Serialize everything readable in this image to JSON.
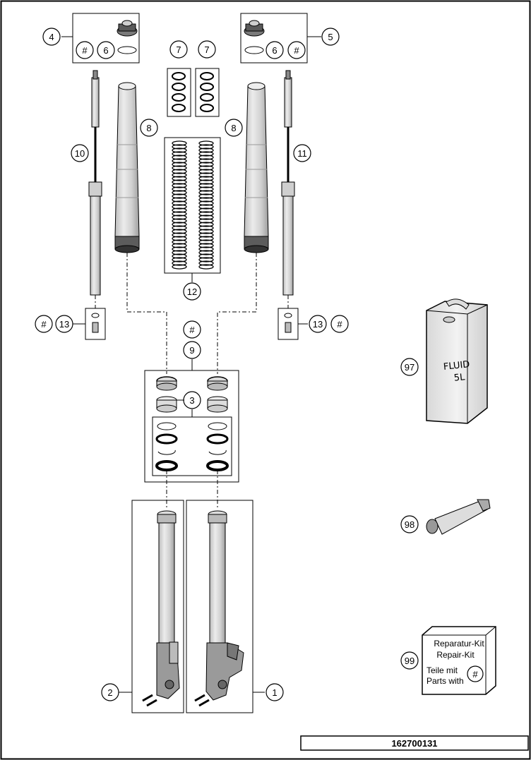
{
  "diagram": {
    "part_number": "162700131",
    "callouts": {
      "c1": "1",
      "c2": "2",
      "c3": "3",
      "c4": "4",
      "c5": "5",
      "c6a": "6",
      "c6b": "6",
      "c7a": "7",
      "c7b": "7",
      "c8a": "8",
      "c8b": "8",
      "c9": "9",
      "c10": "10",
      "c11": "11",
      "c12": "12",
      "c13a": "13",
      "c13b": "13",
      "c97": "97",
      "c98": "98",
      "c99": "99"
    },
    "hash_marks": {
      "h4": "#",
      "h5": "#",
      "h13a": "#",
      "h13b": "#",
      "h9": "#",
      "h99": "#"
    },
    "fluid_can": {
      "line1": "FLUID",
      "line2": "5L"
    },
    "repair_kit": {
      "line1": "Reparatur-Kit",
      "line2": "Repair-Kit",
      "line3": "Teile mit",
      "line4": "Parts with"
    }
  }
}
